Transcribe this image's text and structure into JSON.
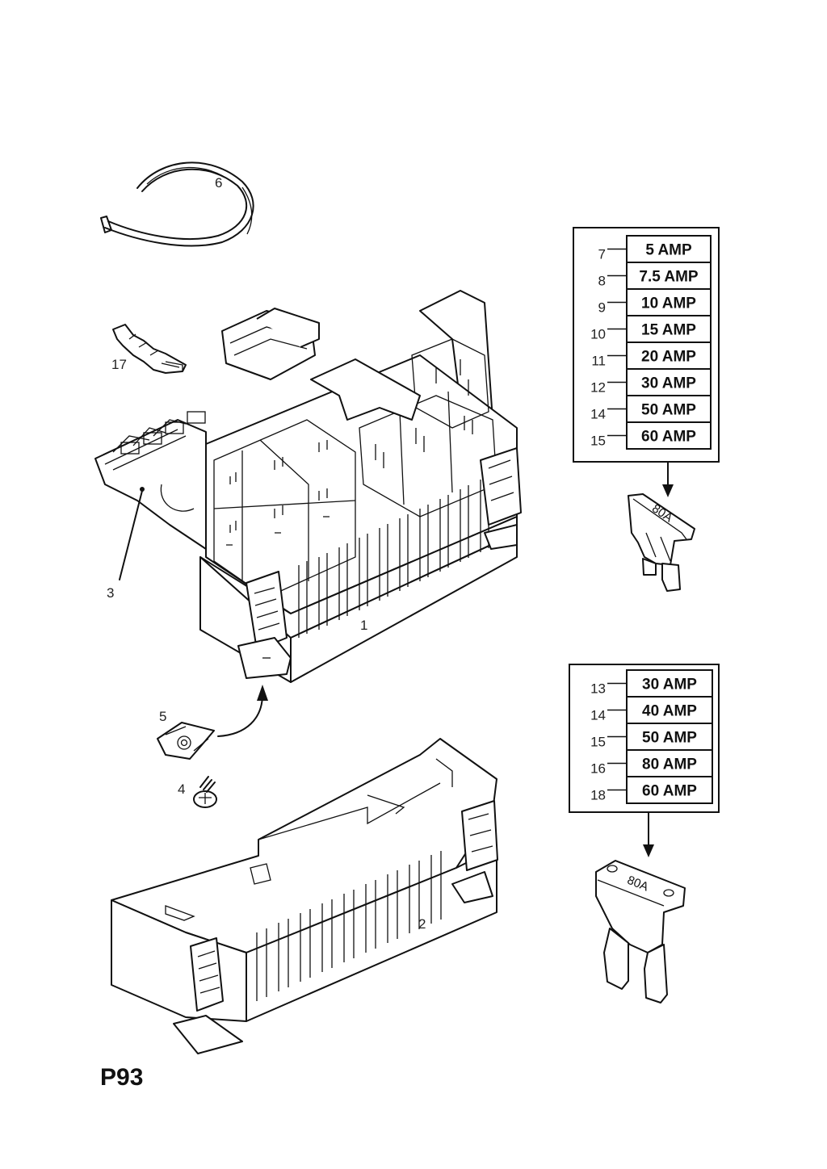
{
  "callouts": {
    "c1": "1",
    "c2": "2",
    "c3": "3",
    "c4": "4",
    "c5": "5",
    "c6": "6",
    "c17": "17"
  },
  "table_upper": {
    "rows": [
      {
        "ref": "7",
        "rating": "5 AMP"
      },
      {
        "ref": "8",
        "rating": "7.5 AMP"
      },
      {
        "ref": "9",
        "rating": "10 AMP"
      },
      {
        "ref": "10",
        "rating": "15 AMP"
      },
      {
        "ref": "11",
        "rating": "20 AMP"
      },
      {
        "ref": "12",
        "rating": "30 AMP"
      },
      {
        "ref": "14",
        "rating": "50 AMP"
      },
      {
        "ref": "15",
        "rating": "60 AMP"
      }
    ]
  },
  "table_lower": {
    "rows": [
      {
        "ref": "13",
        "rating": "30 AMP"
      },
      {
        "ref": "14",
        "rating": "40 AMP"
      },
      {
        "ref": "15",
        "rating": "50 AMP"
      },
      {
        "ref": "16",
        "rating": "80 AMP"
      },
      {
        "ref": "18",
        "rating": "60 AMP"
      }
    ]
  },
  "fuse_small": {
    "print": "80A"
  },
  "fuse_large": {
    "print": "80A"
  },
  "page_code": "P93",
  "colors": {
    "ink": "#111111",
    "paper": "#ffffff"
  }
}
